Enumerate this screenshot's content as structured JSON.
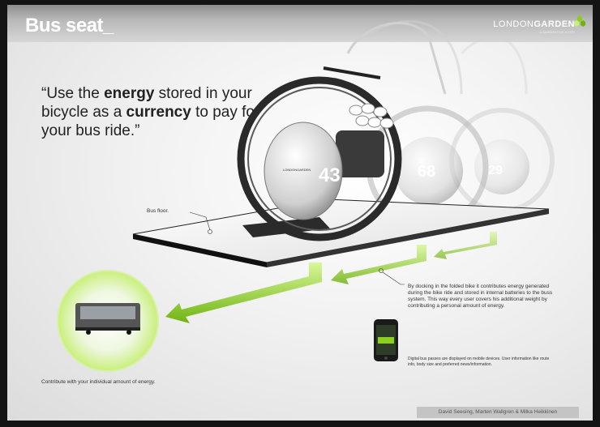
{
  "title": "Bus seat_",
  "logo": {
    "brand_light": "LONDON",
    "brand_bold": "GARDEN",
    "tagline": "A GARDEN FOR A CITY"
  },
  "quote": {
    "p1": "“Use the ",
    "b1": "energy",
    "p2": " stored in your bicycle as a ",
    "b2": "currency",
    "p3": " to pay for your bus ride.”"
  },
  "bike_numbers": [
    "43",
    "68",
    "29"
  ],
  "hub_logo": "LONDONGARDEN",
  "labels": {
    "bus_floor": "Bus floor.",
    "docking": "By docking in the folded bike it contributes energy generated during the bike ride and stored in internal batteries to the buss system. This way every user covers his additional weight by contributing a personal amount of energy.",
    "passes": "Digital bus passes are displayed on mobile devices. User information like route info, body size and preferred news/information.",
    "contribute": "Contribute with your individual amount of energy."
  },
  "credits": "David Seesing, Marten Wallgren & Milka Heikkinen",
  "colors": {
    "accent_green": "#8ccf1e",
    "glow_green": "#c9ef7a",
    "header_gray": "#a8a8a8"
  }
}
